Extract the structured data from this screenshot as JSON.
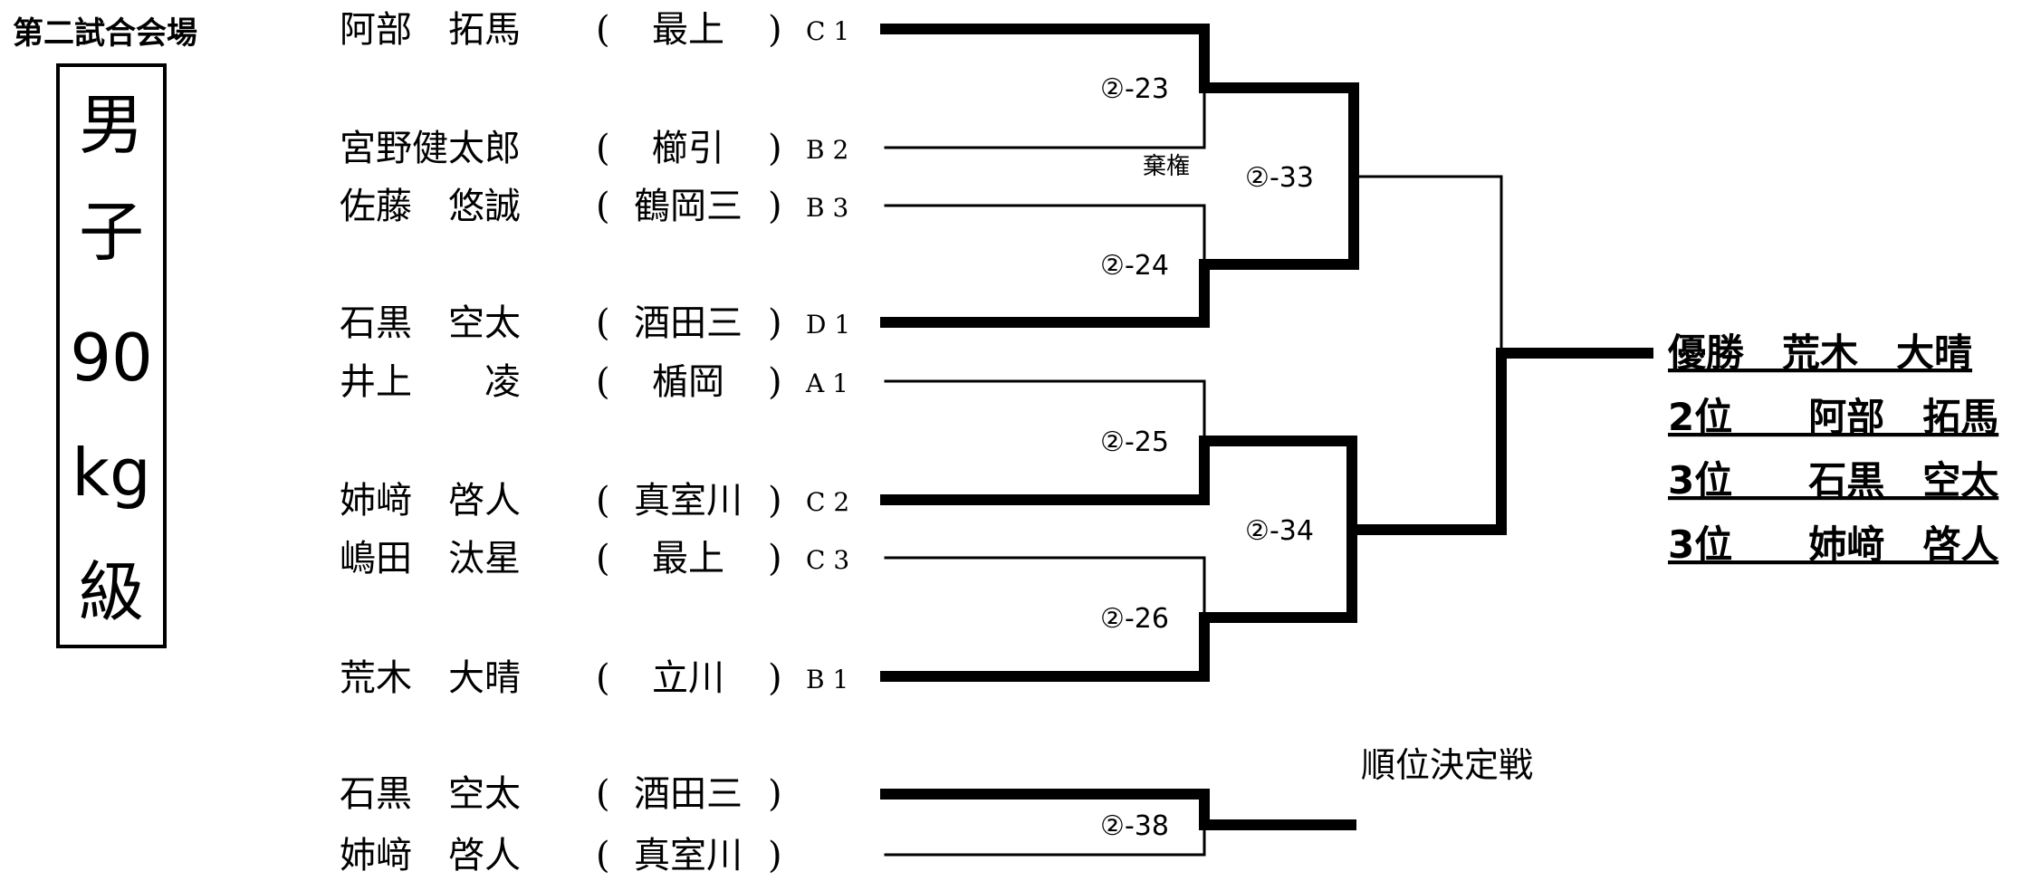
{
  "venue": "第二試合会場",
  "division": [
    "男",
    "子",
    "90",
    "kg",
    "級"
  ],
  "players": [
    {
      "name": "阿部　拓馬",
      "school": "最上",
      "seed": "C 1"
    },
    {
      "name": "宮野健太郎",
      "school": "櫛引",
      "seed": "B 2"
    },
    {
      "name": "佐藤　悠誠",
      "school": "鶴岡三",
      "seed": "B 3"
    },
    {
      "name": "石黒　空太",
      "school": "酒田三",
      "seed": "D 1"
    },
    {
      "name": "井上　　凌",
      "school": "楯岡",
      "seed": "A 1"
    },
    {
      "name": "姉﨑　啓人",
      "school": "真室川",
      "seed": "C 2"
    },
    {
      "name": "嶋田　汰星",
      "school": "最上",
      "seed": "C 3"
    },
    {
      "name": "荒木　大晴",
      "school": "立川",
      "seed": "B 1"
    }
  ],
  "matches": {
    "m23": "②-23",
    "m24": "②-24",
    "m25": "②-25",
    "m26": "②-26",
    "m33": "②-33",
    "m34": "②-34",
    "m38": "②-38"
  },
  "forfeit_note": "棄権",
  "placement": {
    "title": "順位決定戦",
    "players": [
      {
        "name": "石黒　空太",
        "school": "酒田三"
      },
      {
        "name": "姉﨑　啓人",
        "school": "真室川"
      }
    ]
  },
  "results": [
    "優勝　荒木　大晴",
    "2位　　阿部　拓馬",
    "3位　　石黒　空太",
    "3位　　姉﨑　啓人"
  ]
}
